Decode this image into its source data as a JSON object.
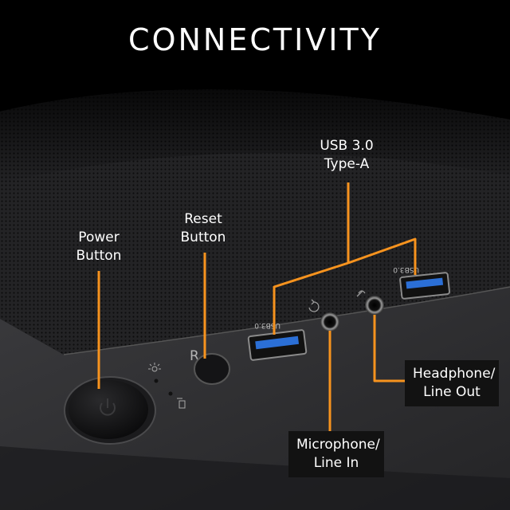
{
  "title": "CONNECTIVITY",
  "colors": {
    "accent": "#f7931e",
    "background": "#000000",
    "panel": "#2b2b2d",
    "usb_blue": "#2b6fd6",
    "text": "#ffffff"
  },
  "labels": {
    "usb": [
      "USB 3.0",
      "Type-A"
    ],
    "reset": [
      "Reset",
      "Button"
    ],
    "power": [
      "Power",
      "Button"
    ],
    "headphone": [
      "Headphone/",
      "Line Out"
    ],
    "microphone": [
      "Microphone/",
      "Line In"
    ]
  },
  "port_markings": {
    "usb_left": "USB3.0",
    "usb_right": "USB3.0",
    "reset_symbol": "R"
  },
  "icons": [
    "power-icon",
    "power-led-icon",
    "hdd-led-icon",
    "microphone-icon",
    "headphone-icon"
  ]
}
